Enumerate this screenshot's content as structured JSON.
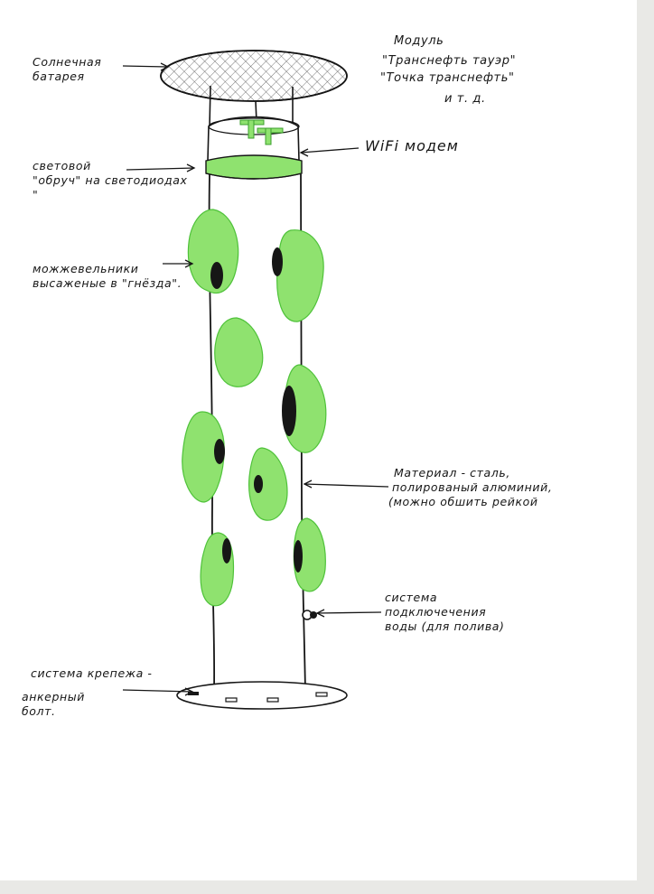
{
  "title": {
    "line1": "Модуль",
    "line2": "\"Транснефть тауэр\"",
    "line3": "\"Точка транснефть\"",
    "line4": "и т. д."
  },
  "labels": {
    "solar_panel": [
      "Солнечная",
      "батарея"
    ],
    "wifi": "WiFi модем",
    "light_ring": [
      "световой",
      "\"обруч\" на светодиодах",
      "\""
    ],
    "junipers": [
      "можжевельники",
      "высаженые в \"гнёзда\"."
    ],
    "material": [
      "Материал - сталь,",
      "полированый алюминий,",
      "(можно обшить рейкой"
    ],
    "water": [
      "система",
      "подключечения",
      "воды (для полива)"
    ],
    "mount": [
      "система крепежа -",
      "анкерный",
      "болт."
    ]
  },
  "logo_text": "ТТ",
  "colors": {
    "ink": "#161616",
    "green_fill": "#8fe26f",
    "green_stroke": "#4fc23a",
    "paper": "#ffffff"
  },
  "icons": [
    "solar-panel-icon",
    "wifi-modem-icon",
    "led-ring-icon",
    "juniper-bush-icon",
    "water-connector-icon",
    "anchor-bolt-icon"
  ]
}
